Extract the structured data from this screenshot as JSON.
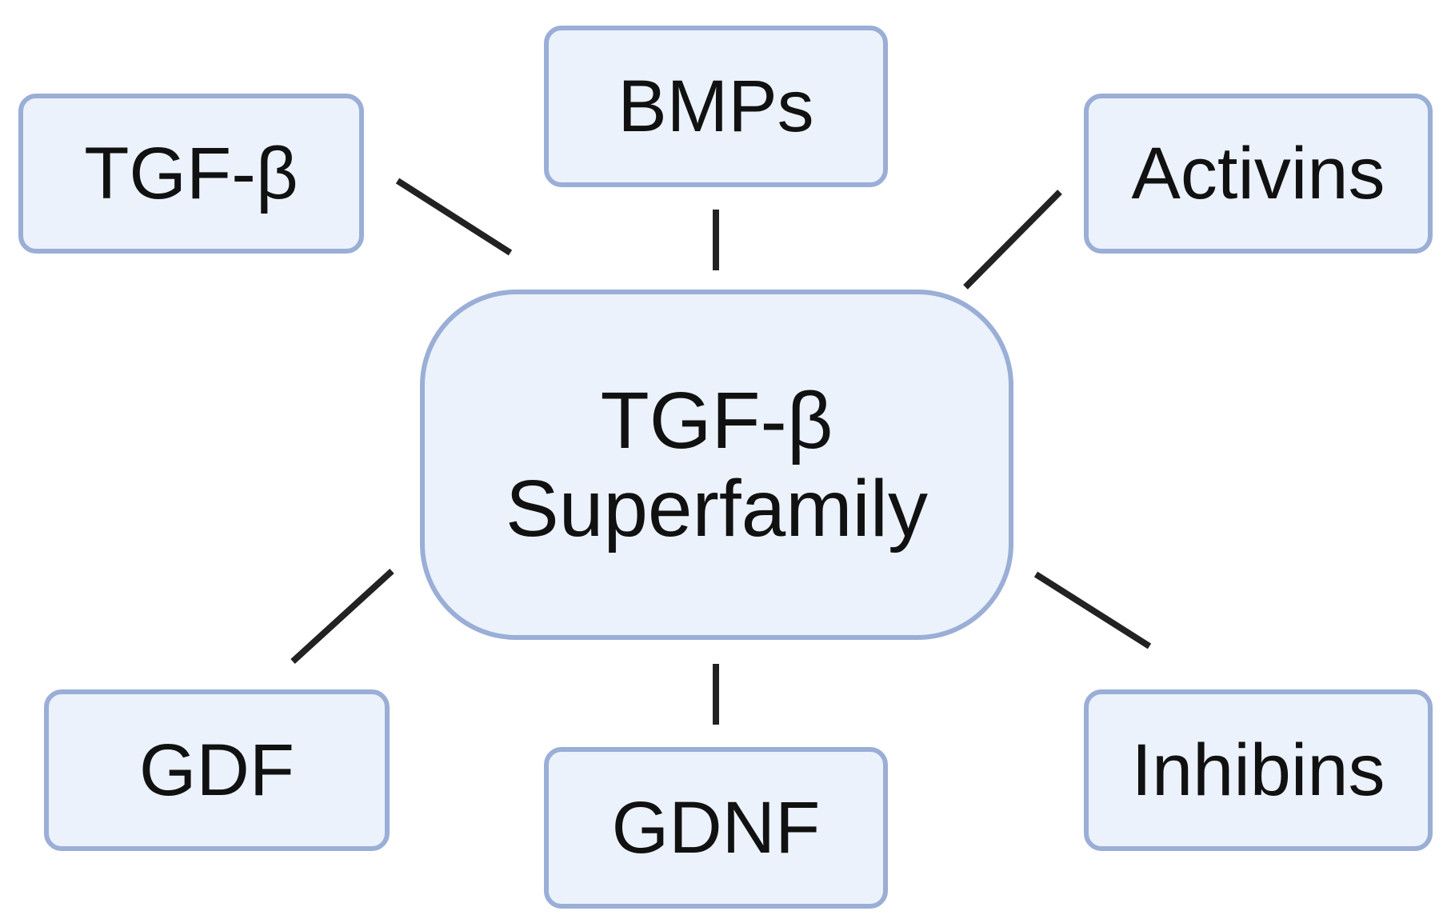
{
  "diagram": {
    "center": {
      "line1": "TGF-β",
      "line2": "Superfamily"
    },
    "members": {
      "tgf_beta": "TGF-β",
      "bmps": "BMPs",
      "activins": "Activins",
      "gdf": "GDF",
      "gdnf": "GDNF",
      "inhibins": "Inhibins"
    }
  },
  "colors": {
    "node_fill": "#ebf2fb",
    "node_border": "#9aaed6",
    "connector": "#222222",
    "text": "#111111"
  }
}
